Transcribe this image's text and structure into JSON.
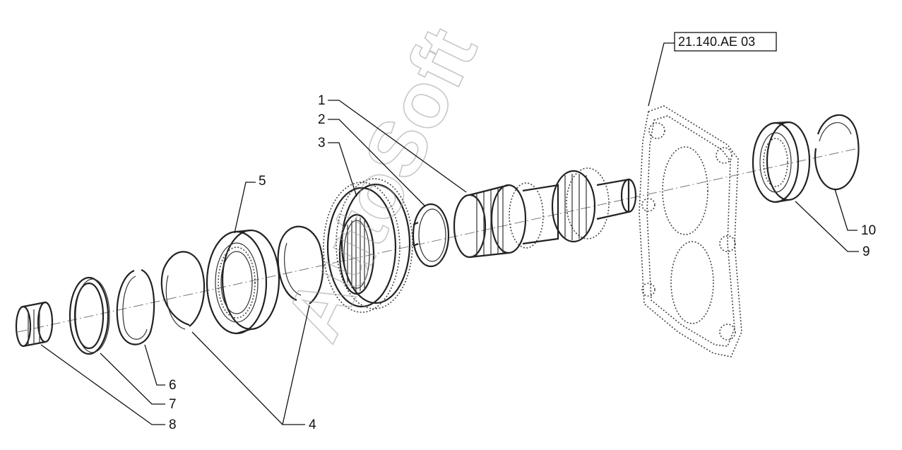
{
  "diagram": {
    "reference": "21.140.AE 03",
    "watermark": "AutoSoft",
    "labels": {
      "l1": "1",
      "l2": "2",
      "l3": "3",
      "l4": "4",
      "l5": "5",
      "l6": "6",
      "l7": "7",
      "l8": "8",
      "l9": "9",
      "l10": "10"
    }
  }
}
